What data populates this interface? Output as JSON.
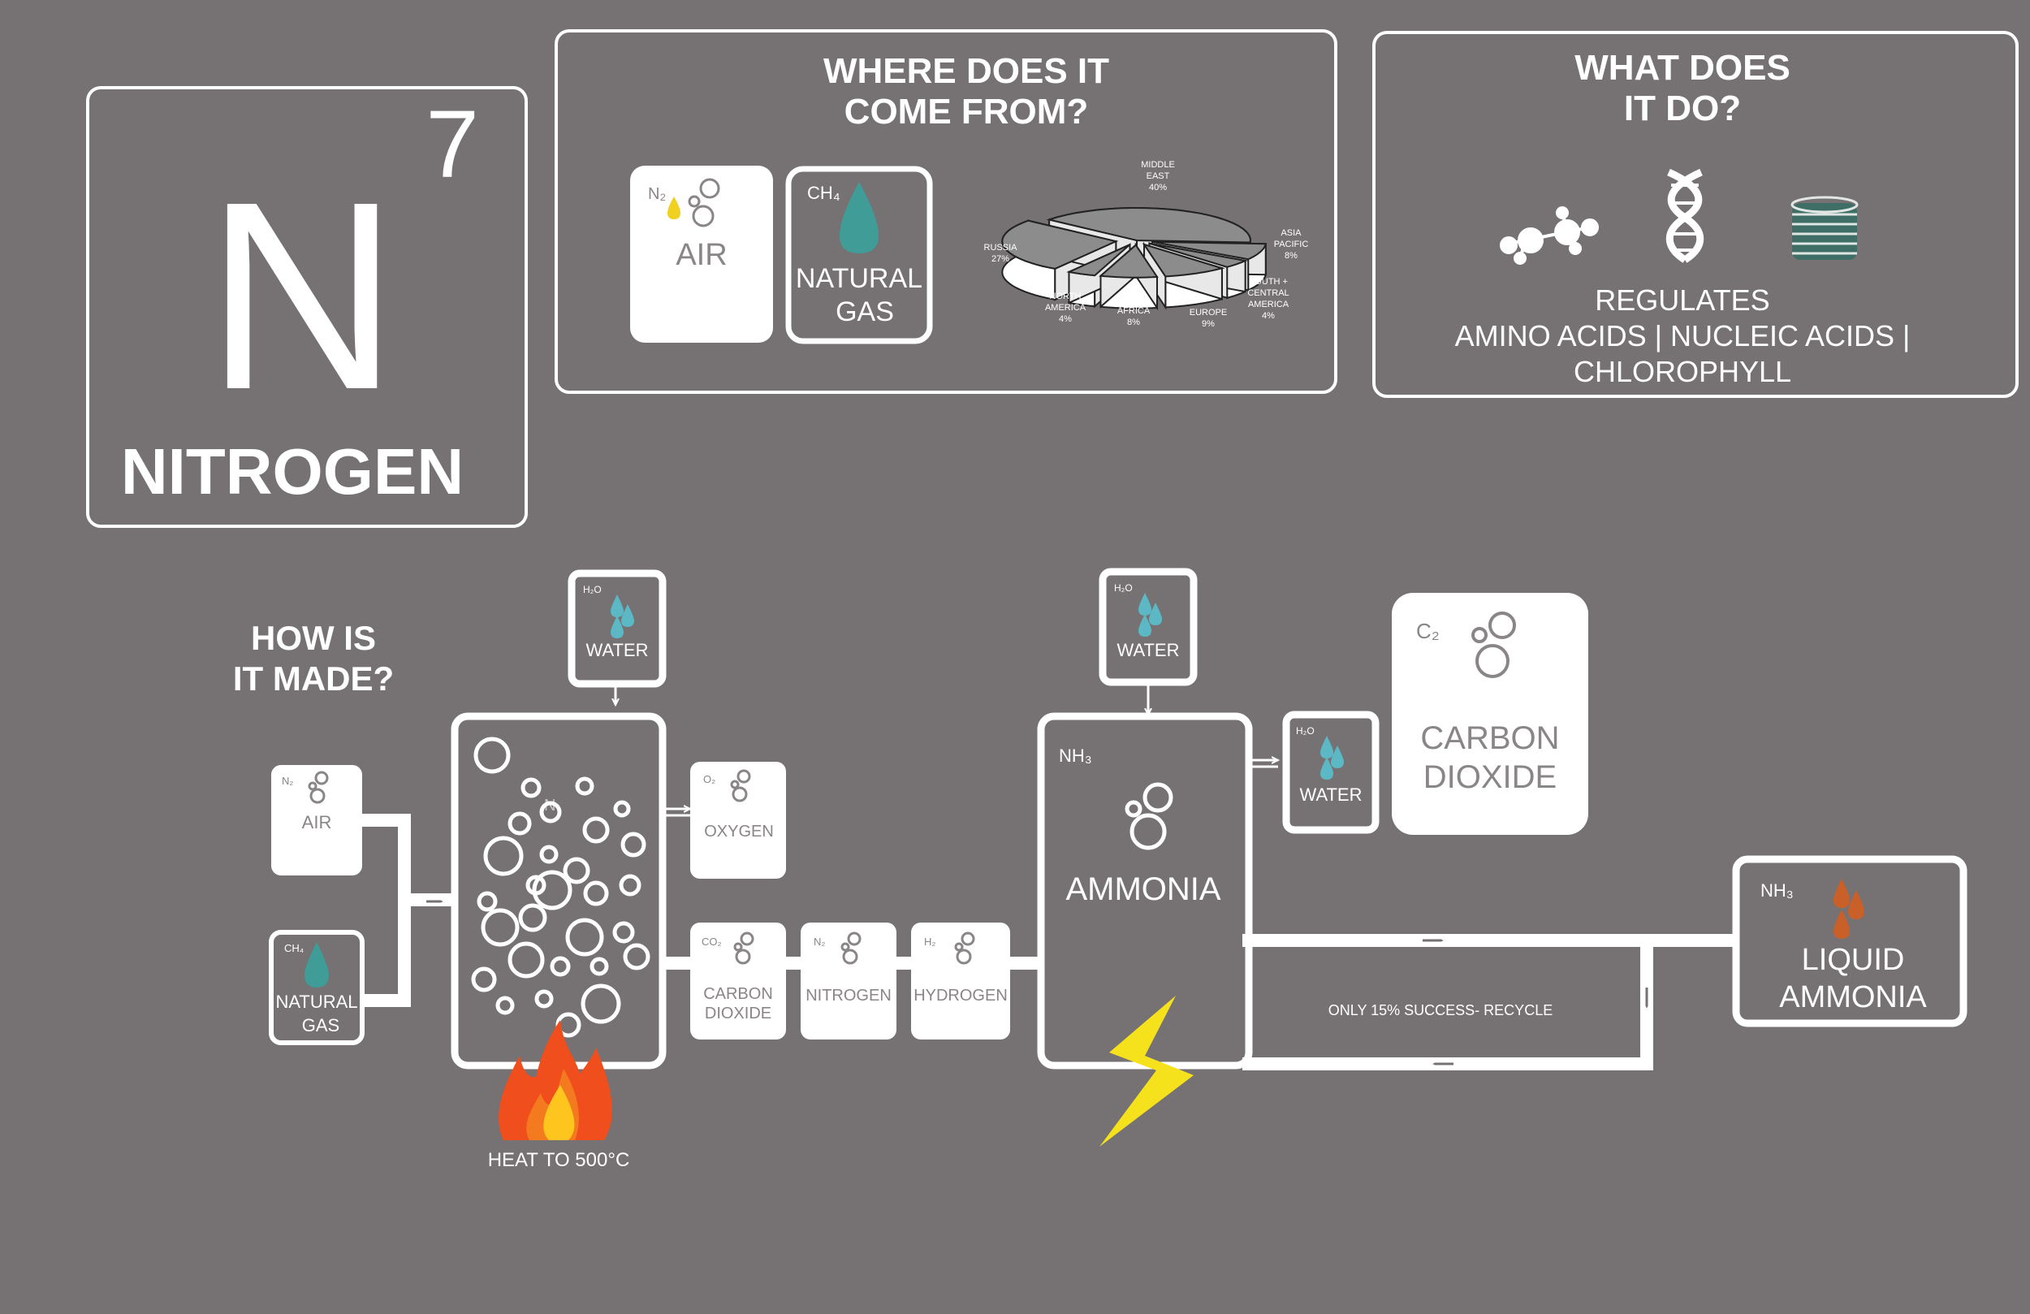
{
  "element": {
    "symbol": "N",
    "number": "7",
    "name": "NITROGEN"
  },
  "source": {
    "heading_line1": "WHERE DOES IT",
    "heading_line2": "COME FROM?",
    "air_formula": "N₂",
    "air_label": "AIR",
    "gas_formula": "CH₄",
    "gas_label_line1": "NATURAL",
    "gas_label_line2": "GAS"
  },
  "chart_data": {
    "type": "pie",
    "categories": [
      "MIDDLE EAST",
      "ASIA PACIFIC",
      "SOUTH + CENTRAL AMERICA",
      "EUROPE",
      "AFRICA",
      "NORTH AMERICA",
      "RUSSIA"
    ],
    "values": [
      40,
      8,
      4,
      9,
      8,
      4,
      27
    ],
    "slice_labels": [
      {
        "name": [
          "MIDDLE",
          "EAST"
        ],
        "value": "40%"
      },
      {
        "name": [
          "ASIA",
          "PACIFIC"
        ],
        "value": "8%"
      },
      {
        "name": [
          "SOUTH +",
          "CENTRAL",
          "AMERICA"
        ],
        "value": "4%"
      },
      {
        "name": [
          "EUROPE"
        ],
        "value": "9%"
      },
      {
        "name": [
          "AFRICA"
        ],
        "value": "8%"
      },
      {
        "name": [
          "NORTH",
          "AMERICA"
        ],
        "value": "4%"
      },
      {
        "name": [
          "RUSSIA"
        ],
        "value": "27%"
      }
    ],
    "style": "3d-exploded",
    "colors": {
      "top": "#8c8c8c",
      "side": "#ffffff",
      "edge": "#222222"
    }
  },
  "function": {
    "heading_line1": "WHAT DOES",
    "heading_line2": "IT DO?",
    "line1": "REGULATES",
    "line2": "AMINO ACIDS | NUCLEIC ACIDS |",
    "line3": "CHLOROPHYLL",
    "icons": [
      "molecule-icon",
      "dna-helix-icon",
      "coin-stack-icon"
    ]
  },
  "process": {
    "heading_line1": "HOW IS",
    "heading_line2": "IT MADE?",
    "air_formula": "N₂",
    "air_label": "AIR",
    "gas_formula": "CH₄",
    "gas_label_line1": "NATURAL",
    "gas_label_line2": "GAS",
    "water1_formula": "H₂O",
    "water1_label": "WATER",
    "reactor_formula": "N",
    "oxygen_formula": "O₂",
    "oxygen_label": "OXYGEN",
    "co2_formula": "CO₂",
    "co2_label_line1": "CARBON",
    "co2_label_line2": "DIOXIDE",
    "nitrogen_formula": "N₂",
    "nitrogen_label": "NITROGEN",
    "hydrogen_formula": "H₂",
    "hydrogen_label": "HYDROGEN",
    "heat_label": "HEAT TO 500°C",
    "water2_formula": "H₂O",
    "water2_label": "WATER",
    "ammonia_formula": "NH₃",
    "ammonia_label": "AMMONIA",
    "water3_formula": "H₂O",
    "water3_label": "WATER",
    "carbon_formula": "C₂",
    "carbon_label_line1": "CARBON",
    "carbon_label_line2": "DIOXIDE",
    "recycle_label": "ONLY 15% SUCCESS- RECYCLE",
    "liquid_formula": "NH₃",
    "liquid_label_line1": "LIQUID",
    "liquid_label_line2": "AMMONIA"
  },
  "colors": {
    "background": "#767173",
    "water_drop": "#5bb8c4",
    "gas_drop": "#3f9c97",
    "ammonia_drop": "#c9602a",
    "flame_outer": "#f04e1c",
    "flame_inner": "#ffc51f",
    "bolt": "#f5e21c"
  }
}
